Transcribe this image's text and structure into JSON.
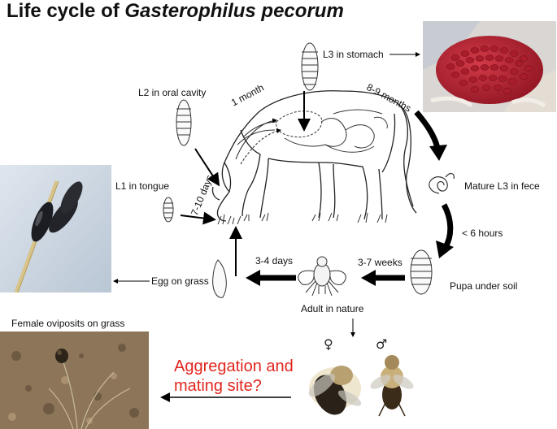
{
  "title": {
    "prefix": "Life cycle of ",
    "species": "Gasterophilus pecorum"
  },
  "stages": {
    "l3_stomach": "L3 in stomach",
    "l2_oral": "L2 in oral cavity",
    "l1_tongue": "L1 in tongue",
    "mature_l3": "Mature L3 in fece",
    "pupa": "Pupa under soil",
    "adult": "Adult in nature",
    "egg": "Egg on grass",
    "female": "Female oviposits on grass"
  },
  "durations": {
    "one_month": "1 month",
    "eight_nine_months": "8-9 months",
    "seven_ten_days": "7-10 days",
    "six_hours": "< 6 hours",
    "three_seven_weeks": "3-7 weeks",
    "three_four_days": "3-4 days"
  },
  "question": {
    "line1": "Aggregation and",
    "line2": "mating site?"
  },
  "symbols": {
    "female": "♀",
    "male": "♂"
  },
  "colors": {
    "question": "#e0261e",
    "arrow": "#000000",
    "larvae_photo": "#b8202e",
    "seed_photo": "#c9d4e0",
    "soil_photo": "#8c7558"
  },
  "icons": [
    "larva-icon",
    "pupa-icon",
    "egg-icon",
    "fly-icon",
    "coiled-larva-icon",
    "horse-illustration"
  ]
}
